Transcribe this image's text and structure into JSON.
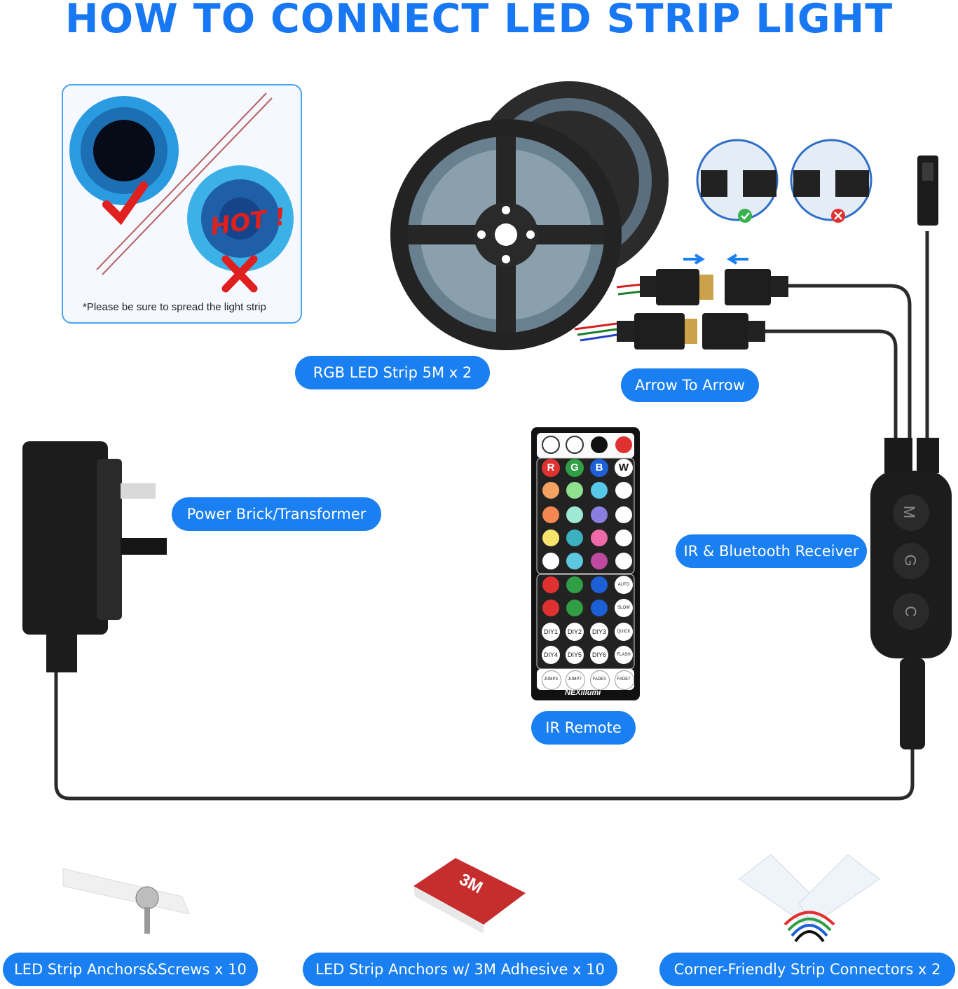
{
  "title": "HOW TO CONNECT LED STRIP LIGHT",
  "tip_card": {
    "note": "*Please be sure to spread the light strip",
    "hot_label": "HOT !"
  },
  "labels": {
    "rgb_strip": "RGB LED Strip 5M x 2",
    "arrow_to_arrow": "Arrow To Arrow",
    "power_brick": "Power Brick/Transformer",
    "receiver": "IR & Bluetooth Receiver",
    "remote": "IR Remote"
  },
  "receiver_buttons": [
    "M",
    "G",
    "C"
  ],
  "remote": {
    "brand": "NEXillumi",
    "color_keys": [
      "R",
      "G",
      "B",
      "W"
    ],
    "diy_keys": [
      "DIY1",
      "DIY2",
      "DIY3",
      "DIY4",
      "DIY5",
      "DIY6"
    ],
    "mode_keys": [
      "AUTO",
      "SLOW",
      "QUICK",
      "FLASH"
    ],
    "bottom_keys": [
      "JUMP3",
      "JUMP7",
      "FADE3",
      "FADE7"
    ]
  },
  "accessories": {
    "anchors_screws": "LED Strip Anchors&Screws x 10",
    "anchors_adhesive": "LED Strip Anchors w/ 3M Adhesive x 10",
    "corner_connectors": "Corner-Friendly Strip Connectors x 2",
    "adhesive_brand": "3M"
  },
  "colors": {
    "accent": "#1a7ff0",
    "title": "#1877f2",
    "device": "#1d1d1d"
  }
}
